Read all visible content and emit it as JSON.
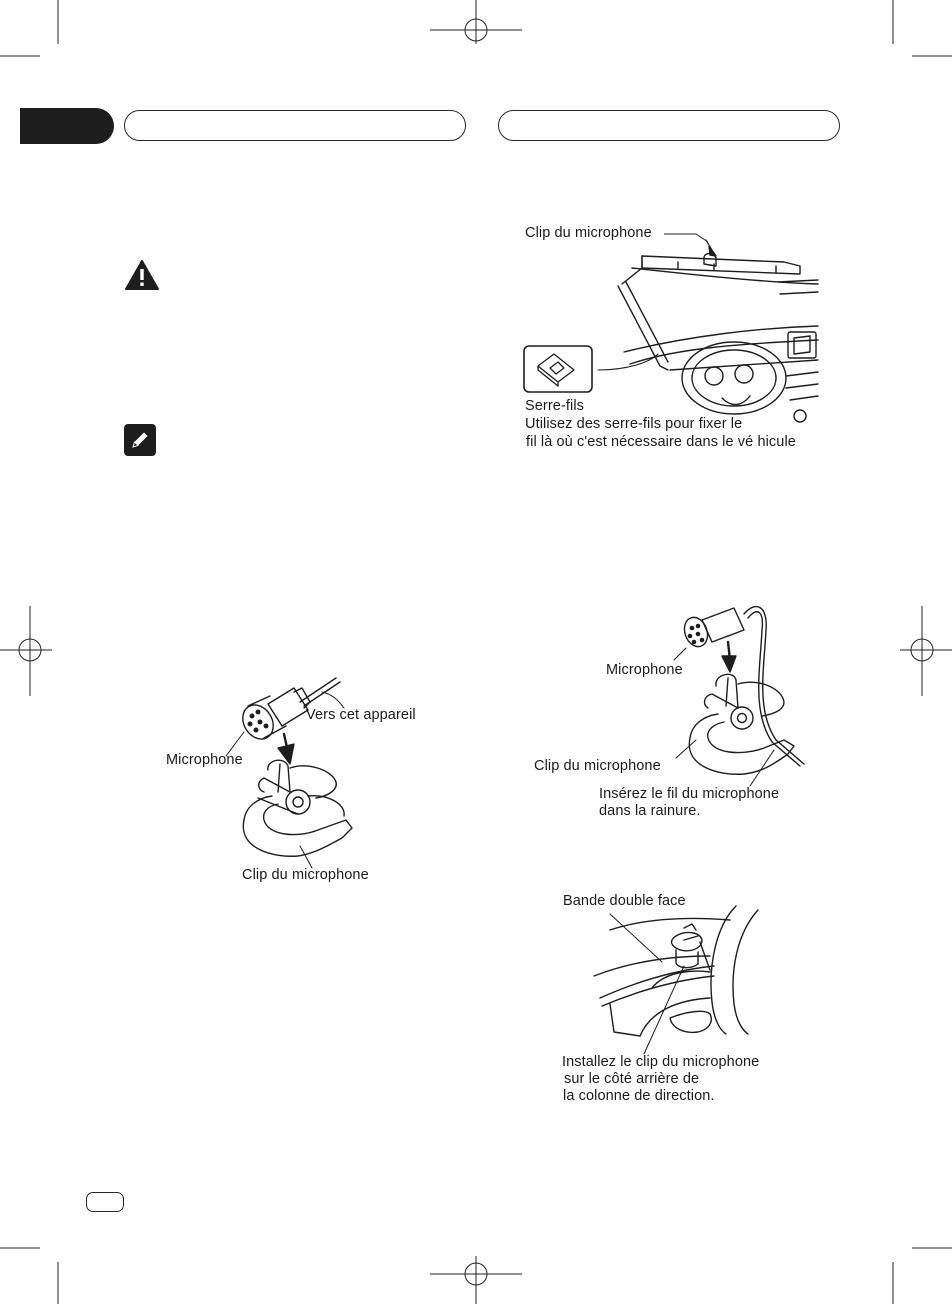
{
  "labels": {
    "fig1_clip": "Clip du microphone",
    "fig1_serre": "Serre-fils",
    "fig1_note_l1": "Utilisez des serre-fils pour fixer le",
    "fig1_note_l2": "fil là où c'est nécessaire dans le vé hicule",
    "fig2_vers": "Vers cet appareil",
    "fig2_mic": "Microphone",
    "fig2_clip": "Clip du microphone",
    "fig3_mic": "Microphone",
    "fig3_clip": "Clip du microphone",
    "fig3_ins_l1": "Insérez le fil du microphone",
    "fig3_ins_l2": "dans la rainure.",
    "fig4_bande": "Bande double face",
    "fig4_inst_l1": "Installez le clip du microphone",
    "fig4_inst_l2": "sur le côté arrière de",
    "fig4_inst_l3": "la colonne de direction."
  },
  "icons": {
    "caution": "warning-triangle-icon",
    "note": "pencil-note-icon",
    "registration": "crop-registration-mark-icon"
  },
  "colors": {
    "ink": "#1d1d1d",
    "paper": "#ffffff"
  }
}
